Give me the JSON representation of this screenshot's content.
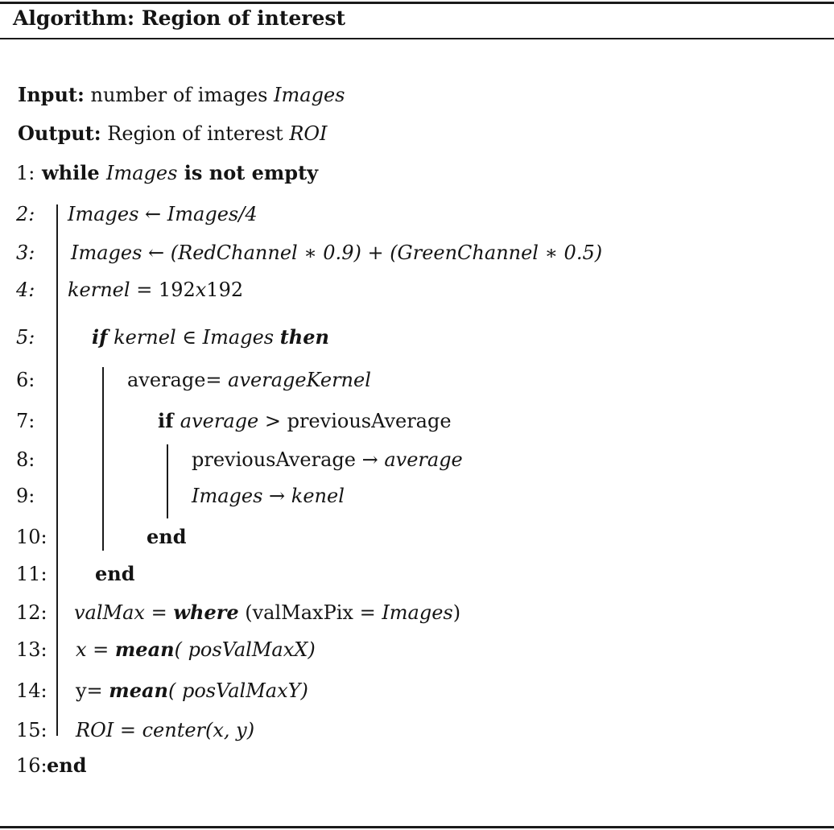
{
  "title": "Algorithm: Region of interest",
  "input": {
    "label": "Input:",
    "text": " number of images ",
    "var": "Images"
  },
  "output": {
    "label": "Output:",
    "text": " Region of interest ",
    "var": "ROI"
  },
  "lines": [
    {
      "num": "1:",
      "numItalic": false,
      "segs": [
        {
          "t": "while ",
          "s": "b"
        },
        {
          "t": "Images",
          "s": "i"
        },
        {
          "t": " is not empty",
          "s": "b"
        }
      ]
    },
    {
      "num": "2:",
      "numItalic": true,
      "segs": [
        {
          "t": "Images ← Images/4",
          "s": "i"
        }
      ]
    },
    {
      "num": "3:",
      "numItalic": true,
      "segs": [
        {
          "t": "Images  ← (RedChannel ∗ 0.9) + (GreenChannel ∗ 0.5)",
          "s": "i"
        }
      ]
    },
    {
      "num": "4:",
      "numItalic": true,
      "segs": [
        {
          "t": "kernel",
          "s": "i"
        },
        {
          "t": " = 192",
          "s": ""
        },
        {
          "t": "x",
          "s": "i"
        },
        {
          "t": "192",
          "s": ""
        }
      ]
    },
    {
      "num": "5:",
      "numItalic": true,
      "segs": [
        {
          "t": "if",
          "s": "bi"
        },
        {
          "t": " kernel  ∈  Images  ",
          "s": "i"
        },
        {
          "t": "then",
          "s": "bi"
        }
      ]
    },
    {
      "num": "6:",
      "numItalic": false,
      "segs": [
        {
          "t": "average= ",
          "s": ""
        },
        {
          "t": "averageKernel",
          "s": "i"
        }
      ]
    },
    {
      "num": "7:",
      "numItalic": false,
      "segs": [
        {
          "t": "if ",
          "s": "b"
        },
        {
          "t": "average > ",
          "s": "i"
        },
        {
          "t": " previousAverage",
          "s": ""
        }
      ]
    },
    {
      "num": "8:",
      "numItalic": false,
      "segs": [
        {
          "t": "previousAverage  → ",
          "s": ""
        },
        {
          "t": "average",
          "s": "i"
        }
      ]
    },
    {
      "num": "9:",
      "numItalic": false,
      "segs": [
        {
          "t": "Images → kenel",
          "s": "i"
        }
      ]
    },
    {
      "num": "10:",
      "numItalic": false,
      "segs": [
        {
          "t": "end",
          "s": "b"
        }
      ]
    },
    {
      "num": "11:",
      "numItalic": false,
      "segs": [
        {
          "t": "end",
          "s": "b"
        }
      ]
    },
    {
      "num": "12:",
      "numItalic": false,
      "segs": [
        {
          "t": "valMax = ",
          "s": "i"
        },
        {
          "t": "where",
          "s": "bi"
        },
        {
          "t": " (valMaxPix = ",
          "s": ""
        },
        {
          "t": "Images",
          "s": "i"
        },
        {
          "t": ")",
          "s": ""
        }
      ]
    },
    {
      "num": "13:",
      "numItalic": false,
      "segs": [
        {
          "t": "x = ",
          "s": "i"
        },
        {
          "t": "mean",
          "s": "bi"
        },
        {
          "t": "( posValMaxX)",
          "s": "i"
        }
      ]
    },
    {
      "num": "14:",
      "numItalic": false,
      "segs": [
        {
          "t": "y= ",
          "s": ""
        },
        {
          "t": "mean",
          "s": "bi"
        },
        {
          "t": "(  posValMaxY)",
          "s": "i"
        }
      ]
    },
    {
      "num": "15:",
      "numItalic": false,
      "segs": [
        {
          "t": "ROI = center(x, y)",
          "s": "i"
        }
      ]
    },
    {
      "num": "16:",
      "numItalic": false,
      "segs": [
        {
          "t": "end",
          "s": "b"
        }
      ]
    }
  ]
}
